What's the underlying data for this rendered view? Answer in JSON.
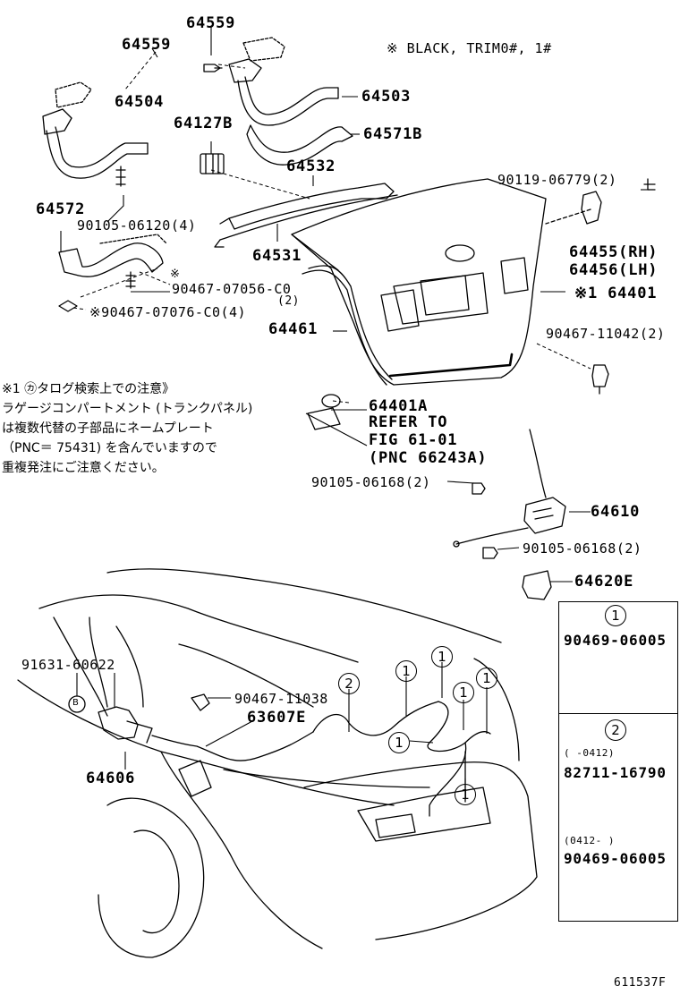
{
  "note_header": "※ BLACK, TRIM0#, 1#",
  "parts": {
    "p64559_a": "64559",
    "p64559_b": "64559",
    "p64504": "64504",
    "p64503": "64503",
    "p64127b": "64127B",
    "p64571b": "64571B",
    "p64532": "64532",
    "p90119": "90119-06779(2)",
    "p64572": "64572",
    "p90105_06120": "90105-06120(4)",
    "p64531": "64531",
    "p64455": "64455(RH)",
    "p64456": "64456(LH)",
    "p90467_07056_mark": "※",
    "p90467_07056": "90467-07056-C0",
    "p90467_07056_qty": "(2)",
    "p64401": "※1 64401",
    "p90467_07076": "※90467-07076-C0(4)",
    "p64461": "64461",
    "p90467_11042": "90467-11042(2)",
    "p64401a": "64401A",
    "refer_to": "REFER TO",
    "fig_ref": "FIG 61-01",
    "pnc_ref": "(PNC 66243A)",
    "p90105_06168_a": "90105-06168(2)",
    "p64610": "64610",
    "p90105_06168_b": "90105-06168(2)",
    "p64620e": "64620E",
    "p91631": "91631-60622",
    "p90467_11038": "90467-11038",
    "p63607e": "63607E",
    "p64606": "64606",
    "fig_code": "611537F"
  },
  "japanese_note": [
    "※1 ㋕タログ検索上での注意》",
    "ラゲージコンパートメント (トランクパネル)",
    "は複数代替の子部品にネームプレート",
    "（PNC＝ 75431) を含んでいますので",
    "重複発注にご注意ください。"
  ],
  "callouts": {
    "one": "1",
    "two": "2",
    "b": "B"
  },
  "legend": {
    "box1_marker": "1",
    "box1_part": "90469-06005",
    "box2_marker": "2",
    "box2_range_a": "(      -0412)",
    "box2_part_a": "82711-16790",
    "box2_range_b": "(0412-      )",
    "box2_part_b": "90469-06005"
  }
}
